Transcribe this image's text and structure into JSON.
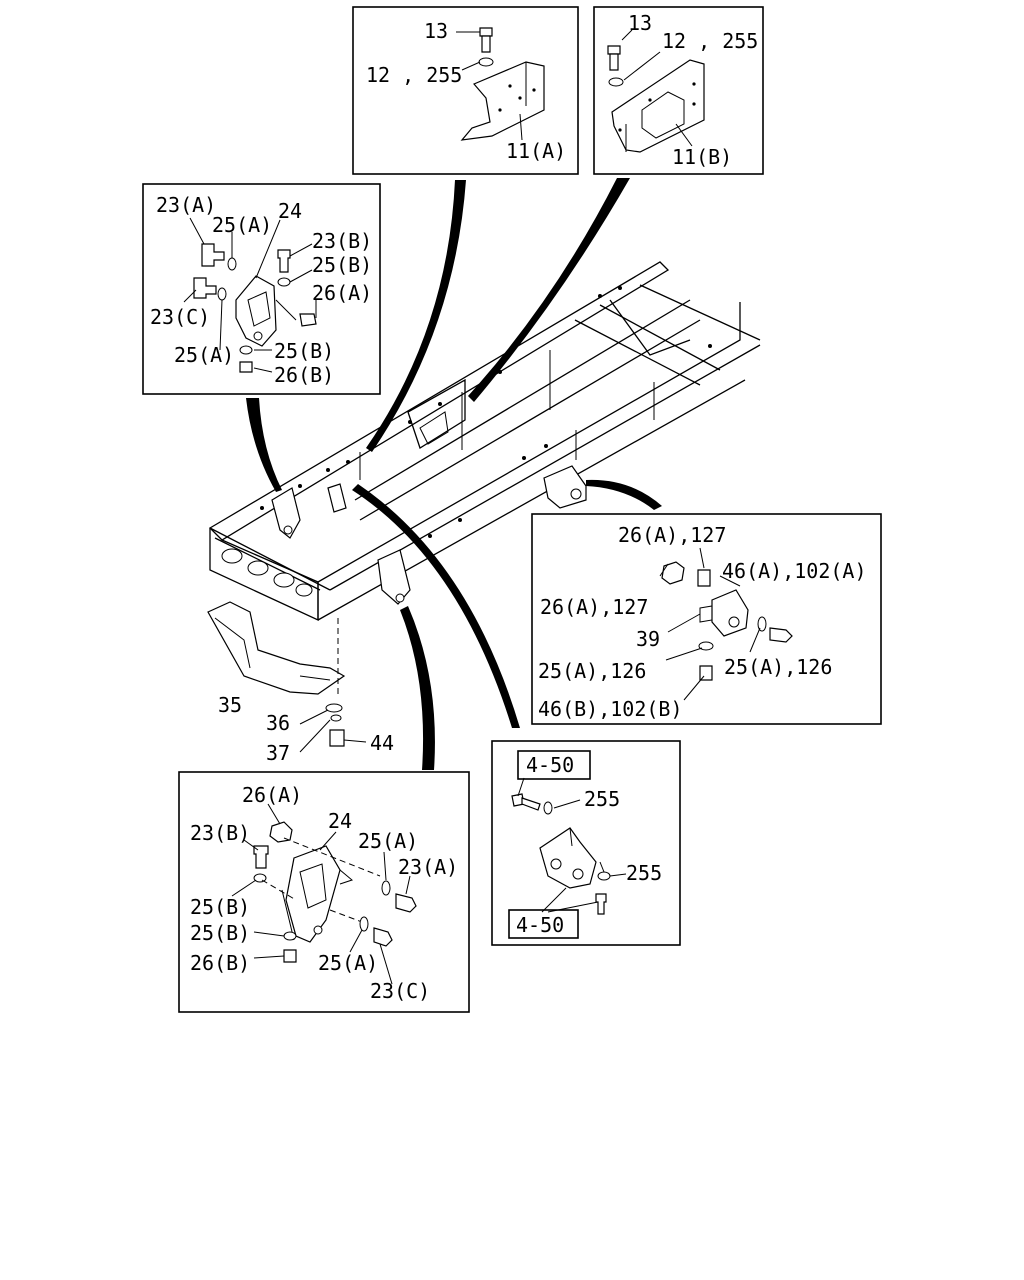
{
  "panels": {
    "top_left": {
      "labels": [
        "13",
        "12 , 255",
        "11(A)"
      ]
    },
    "top_right": {
      "labels": [
        "13",
        "12 , 255",
        "11(B)"
      ]
    },
    "upper_left": {
      "labels": [
        "23(A)",
        "25(A)",
        "24",
        "23(B)",
        "25(B)",
        "26(A)",
        "23(C)",
        "25(A)",
        "25(B)",
        "26(B)"
      ]
    },
    "right": {
      "labels": [
        "26(A),127",
        "46(A),102(A)",
        "26(A),127",
        "39",
        "25(A),126",
        "25(A),126",
        "46(B),102(B)"
      ]
    },
    "lower_left": {
      "labels": [
        "26(A)",
        "24",
        "23(B)",
        "25(A)",
        "23(A)",
        "25(B)",
        "25(B)",
        "26(B)",
        "25(A)",
        "23(C)"
      ]
    },
    "lower_right": {
      "labels": [
        "4-50",
        "255",
        "255",
        "4-50"
      ]
    }
  },
  "main": {
    "labels": [
      "35",
      "36",
      "37",
      "44"
    ]
  }
}
